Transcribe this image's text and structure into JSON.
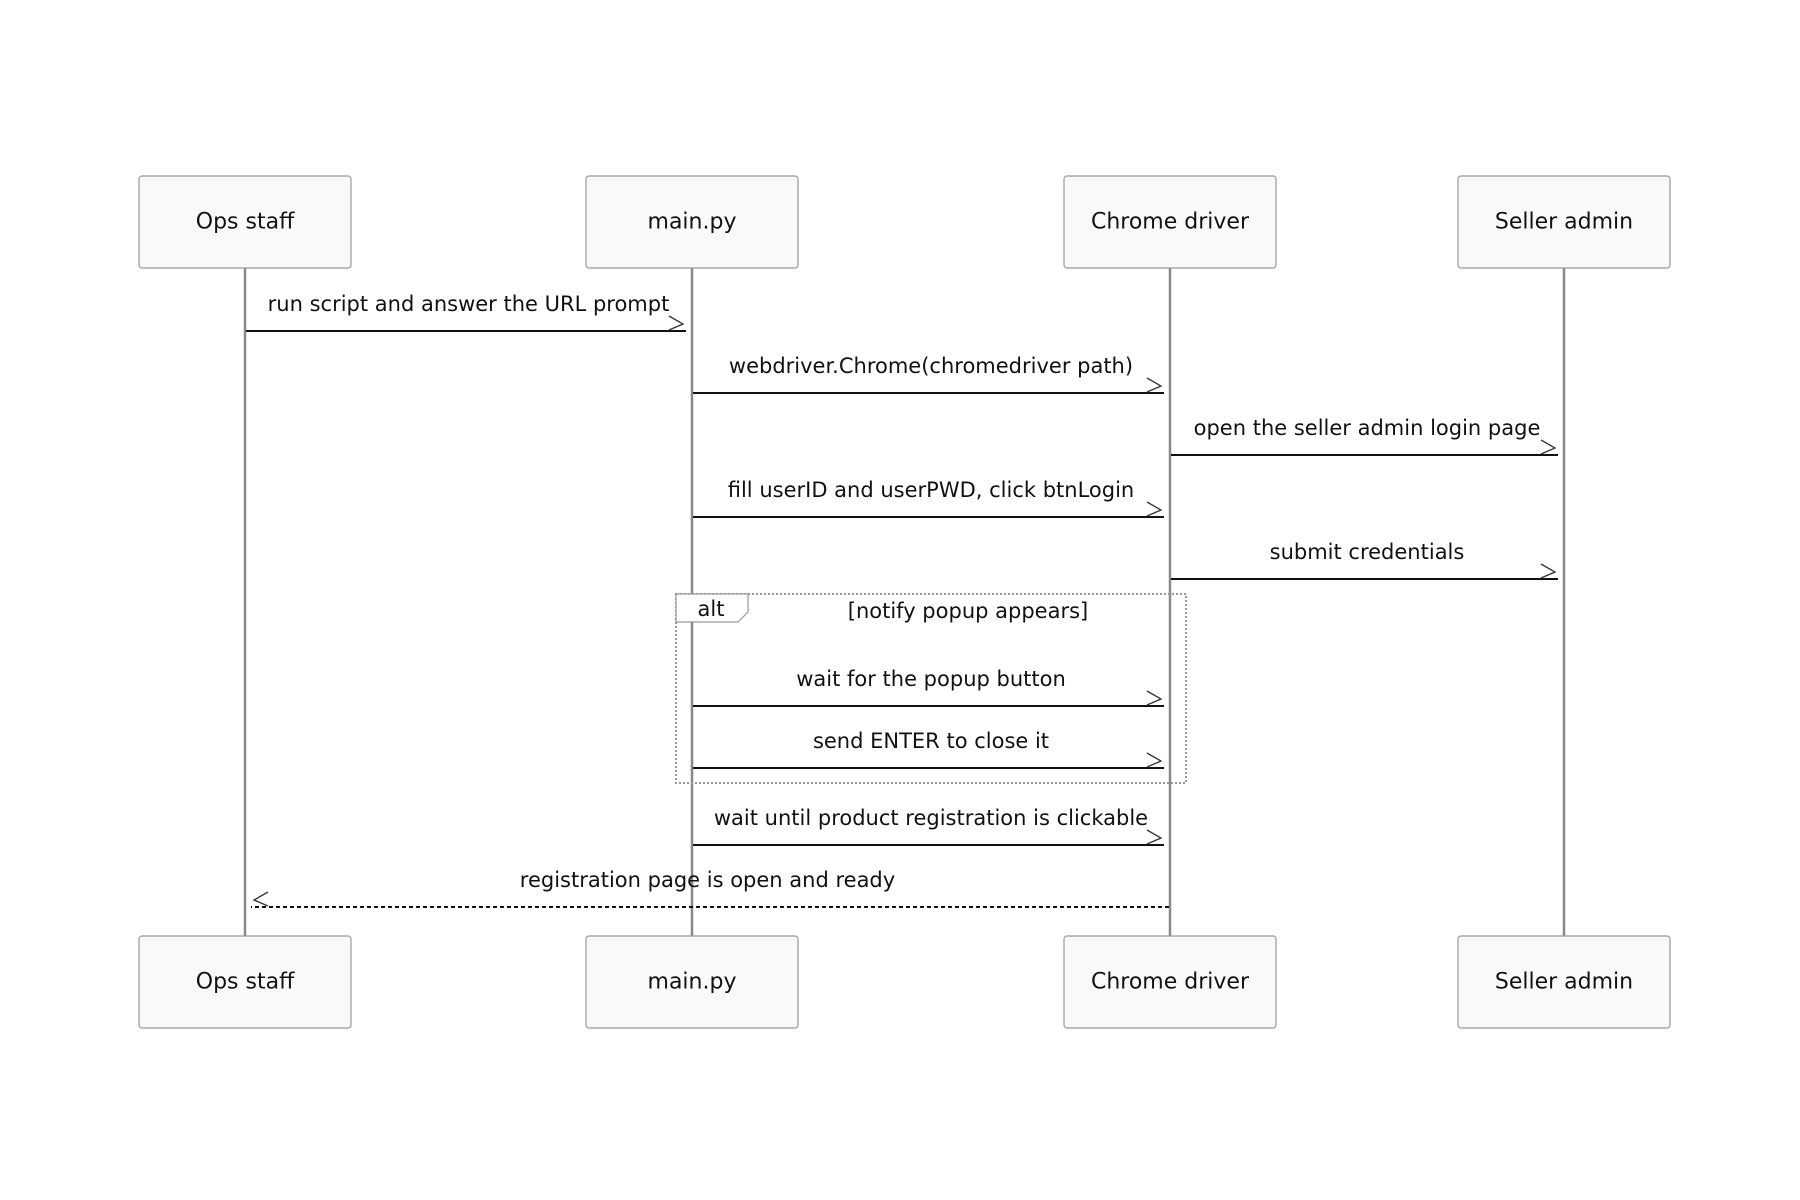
{
  "diagram": {
    "type": "sequence",
    "participants": [
      {
        "id": "ops",
        "label": "Ops staff"
      },
      {
        "id": "main",
        "label": "main.py"
      },
      {
        "id": "chrome",
        "label": "Chrome driver"
      },
      {
        "id": "seller",
        "label": "Seller admin"
      }
    ],
    "messages": [
      {
        "from": "ops",
        "to": "main",
        "label": "run script and answer the URL prompt",
        "style": "solid"
      },
      {
        "from": "main",
        "to": "chrome",
        "label": "webdriver.Chrome(chromedriver path)",
        "style": "solid"
      },
      {
        "from": "chrome",
        "to": "seller",
        "label": "open the seller admin login page",
        "style": "solid"
      },
      {
        "from": "main",
        "to": "chrome",
        "label": "fill userID and userPWD, click btnLogin",
        "style": "solid"
      },
      {
        "from": "chrome",
        "to": "seller",
        "label": "submit credentials",
        "style": "solid"
      },
      {
        "from": "main",
        "to": "chrome",
        "label": "wait for the popup button",
        "style": "solid"
      },
      {
        "from": "main",
        "to": "chrome",
        "label": "send ENTER to close it",
        "style": "solid"
      },
      {
        "from": "main",
        "to": "chrome",
        "label": "wait until product registration is clickable",
        "style": "solid"
      },
      {
        "from": "chrome",
        "to": "ops",
        "label": "registration page is open and ready",
        "style": "dashed"
      }
    ],
    "fragments": [
      {
        "keyword": "alt",
        "condition": "[notify popup appears]",
        "first_message": 5,
        "last_message": 6
      }
    ]
  }
}
